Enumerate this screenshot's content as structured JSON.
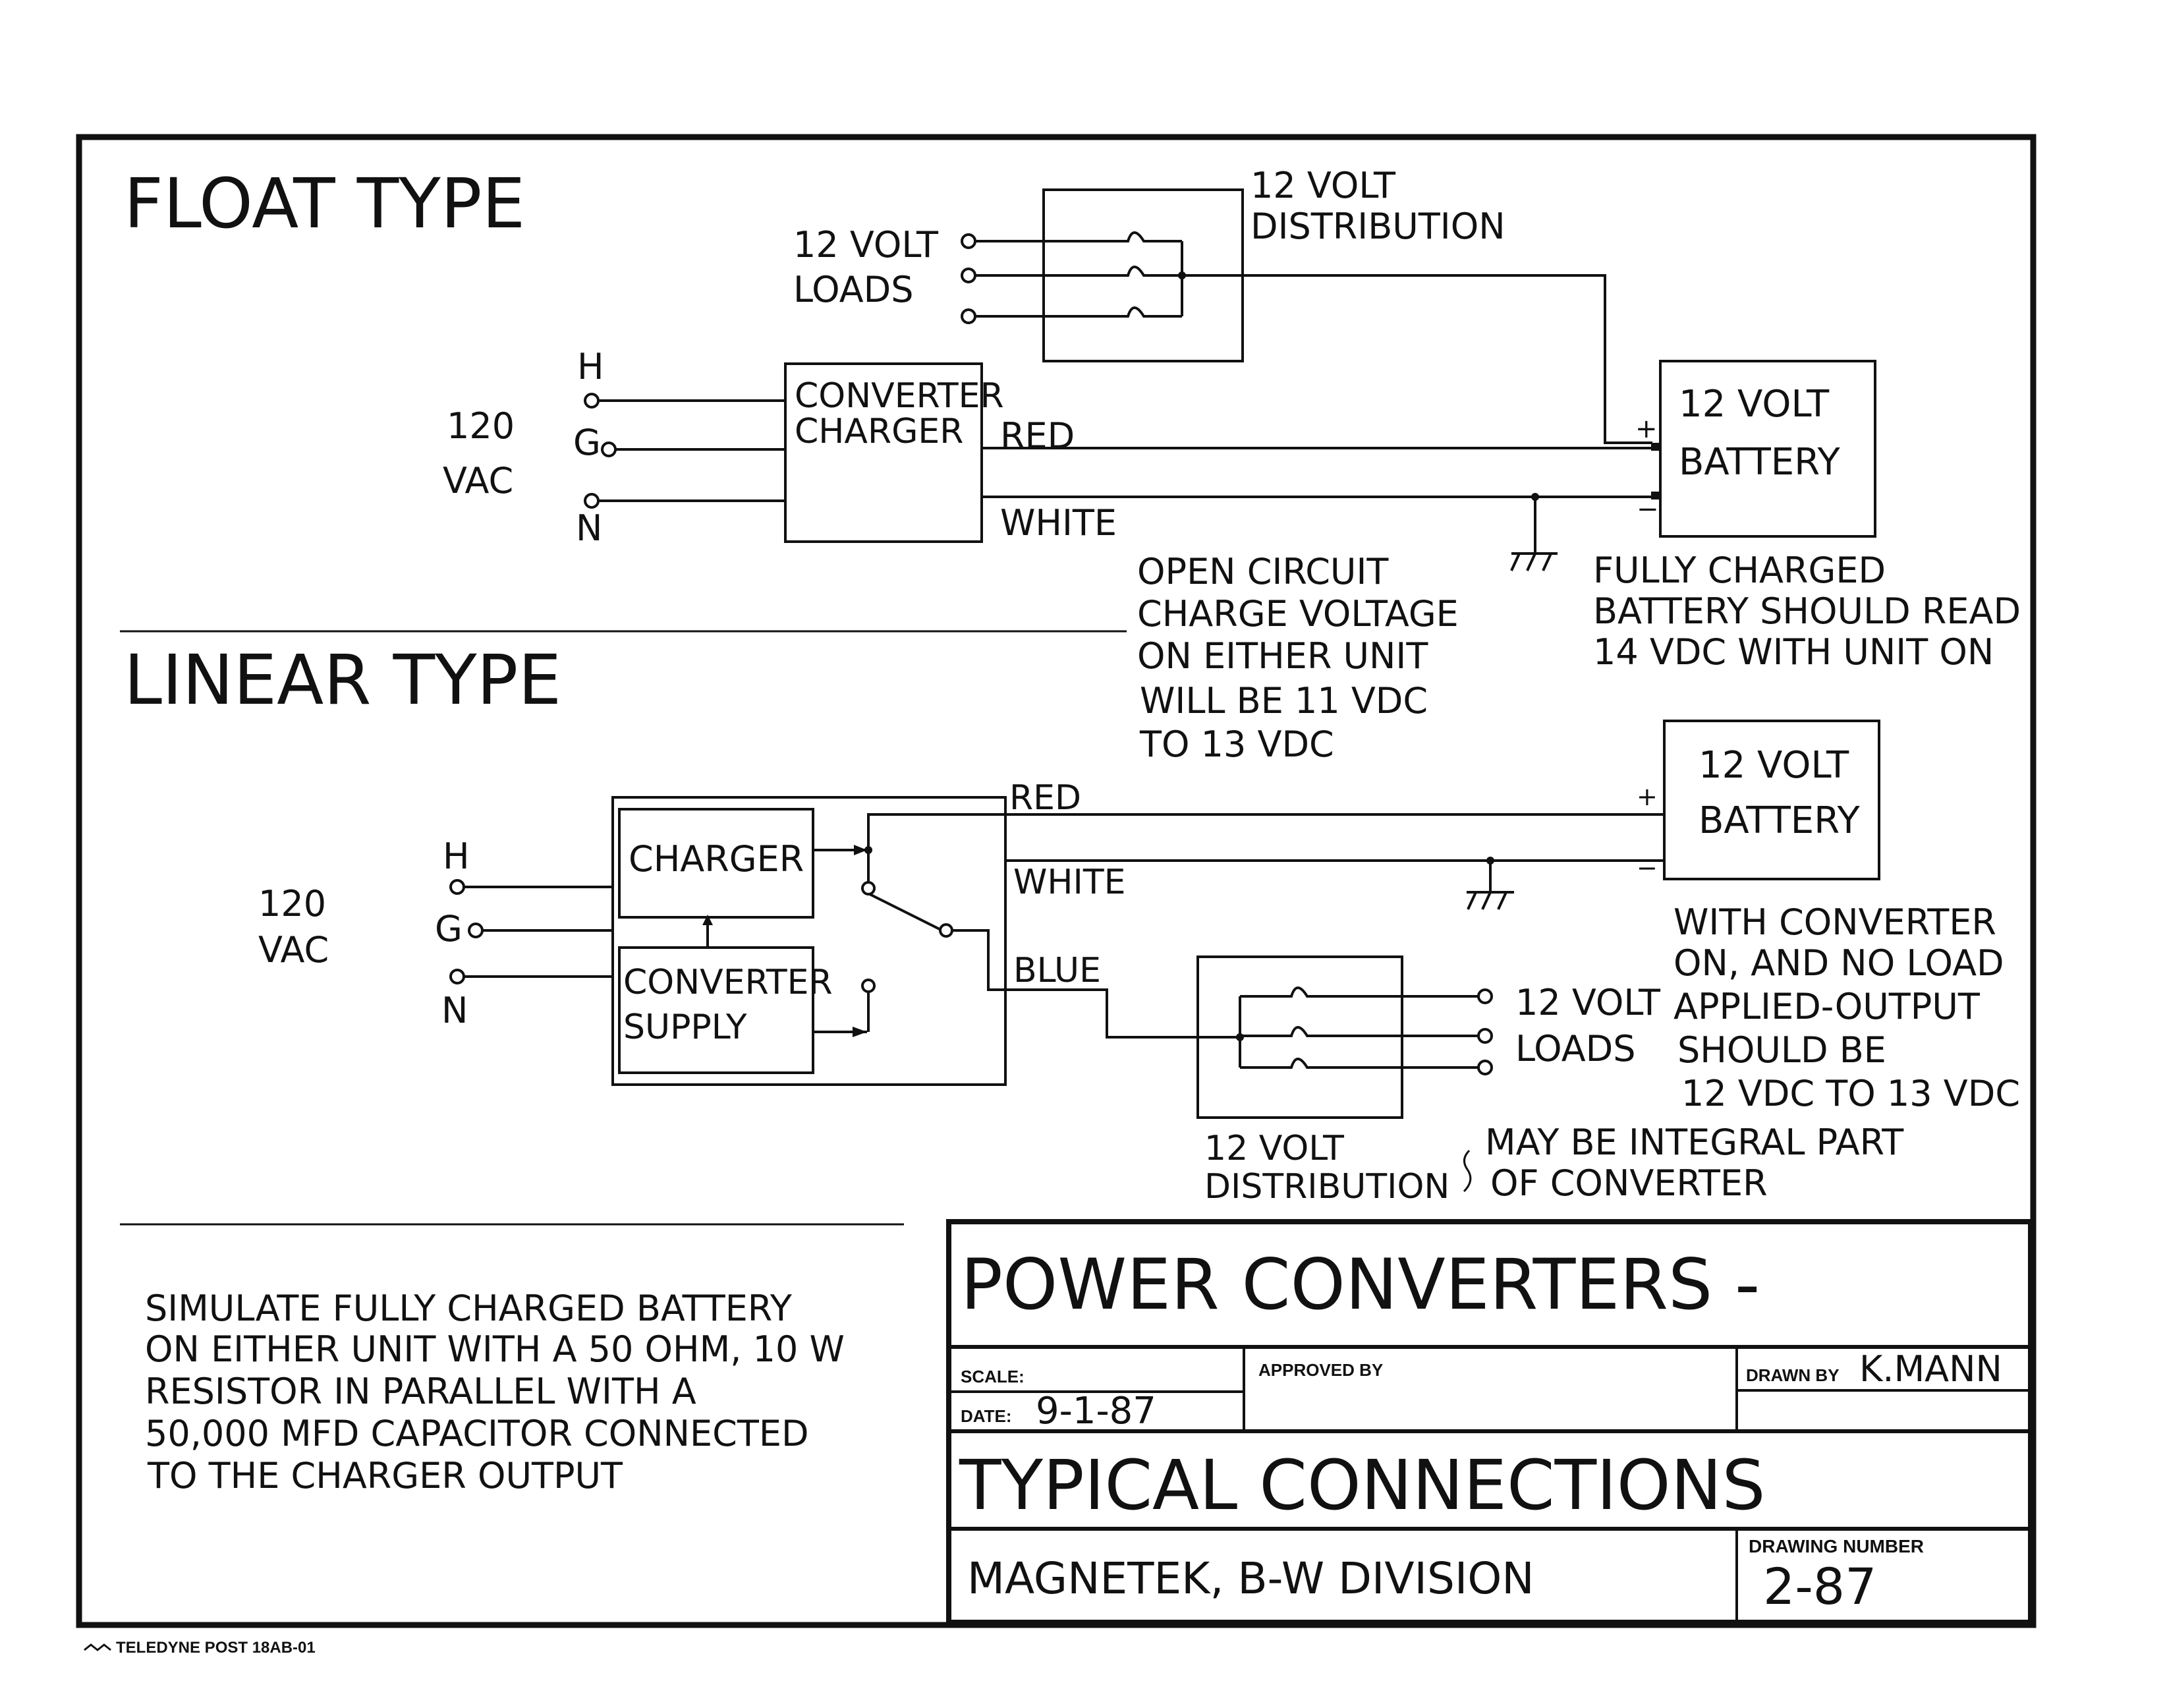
{
  "float_section": {
    "title": "FLOAT TYPE",
    "distribution_label_1": "12 VOLT",
    "distribution_label_2": "DISTRIBUTION",
    "loads_label_1": "12 VOLT",
    "loads_label_2": "LOADS",
    "ac_h": "H",
    "ac_g": "G",
    "ac_n": "N",
    "vac_1": "120",
    "vac_2": "VAC",
    "converter_label_1": "CONVERTER",
    "converter_label_2": "CHARGER",
    "wire_red": "RED",
    "wire_white": "WHITE",
    "battery_label_1": "12 VOLT",
    "battery_label_2": "BATTERY",
    "plus": "+",
    "minus": "−",
    "open_circuit_note": [
      "OPEN  CIRCUIT",
      "CHARGE  VOLTAGE",
      "ON  EITHER  UNIT",
      "WILL  BE  11  VDC",
      "TO  13  VDC"
    ],
    "battery_note": [
      "FULLY  CHARGED",
      "BATTERY  SHOULD READ",
      "14 VDC  WITH  UNIT ON"
    ]
  },
  "linear_section": {
    "title": "LINEAR TYPE",
    "ac_h": "H",
    "ac_g": "G",
    "ac_n": "N",
    "vac_1": "120",
    "vac_2": "VAC",
    "charger_label": "CHARGER",
    "supply_label_1": "CONVERTER",
    "supply_label_2": "SUPPLY",
    "wire_red": "RED",
    "wire_white": "WHITE",
    "wire_blue": "BLUE",
    "battery_label_1": "12 VOLT",
    "battery_label_2": "BATTERY",
    "plus": "+",
    "minus": "−",
    "loads_label_1": "12 VOLT",
    "loads_label_2": "LOADS",
    "distribution_label_1": "12 VOLT",
    "distribution_label_2": "DISTRIBUTION",
    "integral_note": [
      "MAY  BE  INTEGRAL  PART",
      "OF  CONVERTER"
    ],
    "output_note": [
      "WITH  CONVERTER",
      "ON, AND  NO  LOAD",
      "APPLIED-OUTPUT",
      "SHOULD  BE",
      "12 VDC  TO  13 VDC"
    ]
  },
  "simulate_note": [
    "SIMULATE  FULLY  CHARGED  BATTERY",
    "ON  EITHER  UNIT  WITH  A  50  OHM, 10 W",
    "RESISTOR  IN  PARALLEL  WITH  A",
    "50,000  MFD  CAPACITOR  CONNECTED",
    "TO  THE  CHARGER  OUTPUT"
  ],
  "title_block": {
    "title": "POWER  CONVERTERS -",
    "scale_label": "SCALE:",
    "scale_value": "",
    "date_label": "DATE:",
    "date_value": "9-1-87",
    "approved_label": "APPROVED BY",
    "drawn_label": "DRAWN  BY",
    "drawn_value": "K.MANN",
    "subtitle": "TYPICAL  CONNECTIONS",
    "company": "MAGNETEK, B-W DIVISION",
    "drawing_number_label": "DRAWING  NUMBER",
    "drawing_number": "2-87"
  },
  "footer_stamp": "TELEDYNE POST  18AB-01"
}
